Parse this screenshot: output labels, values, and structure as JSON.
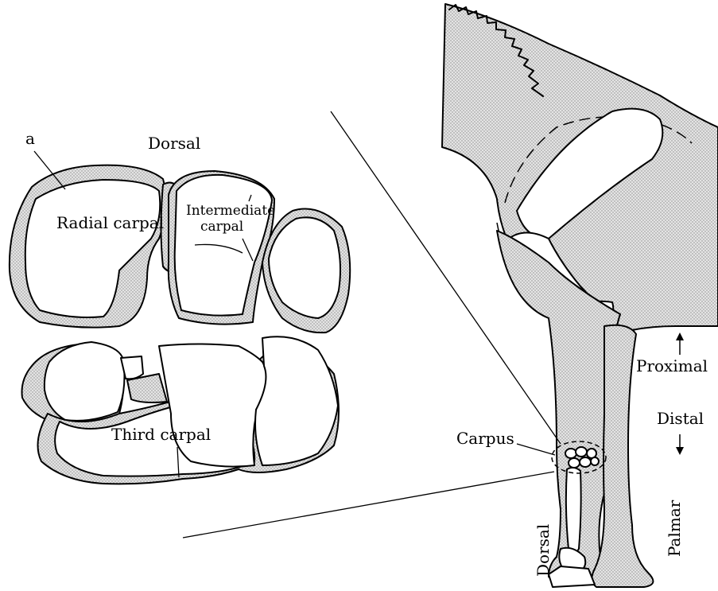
{
  "labels": {
    "a": "a",
    "dorsal_top": "Dorsal",
    "radial_carpal": "Radial carpal",
    "intermediate_carpal_1": "Intermediate",
    "intermediate_carpal_2": "carpal",
    "third_carpal": "Third carpal",
    "carpus": "Carpus",
    "proximal": "Proximal",
    "distal": "Distal",
    "dorsal_side": "Dorsal",
    "palmar_side": "Palmar"
  }
}
